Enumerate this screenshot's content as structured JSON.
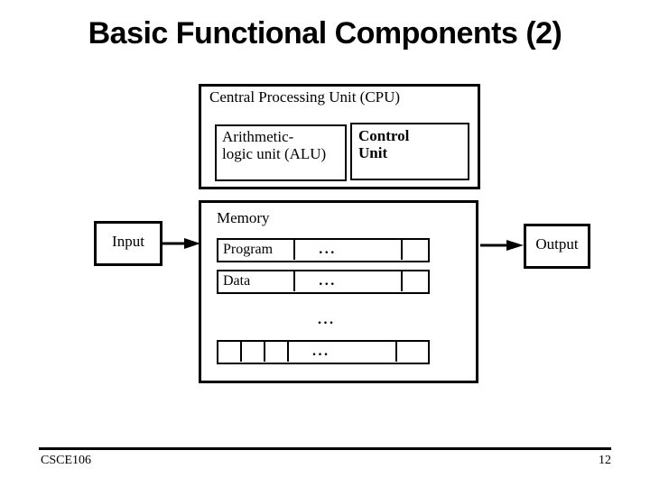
{
  "slide": {
    "title": "Basic Functional Components (2)",
    "page_number": "12",
    "course_code": "CSCE106"
  },
  "diagram": {
    "cpu": {
      "label": "Central Processing Unit (CPU)",
      "alu": {
        "line1": "Arithmetic-",
        "line2": "logic unit (ALU)"
      },
      "control_unit": {
        "line1": "Control",
        "line2": "Unit"
      }
    },
    "memory": {
      "label": "Memory",
      "gap_dots": "...",
      "rows": [
        {
          "name": "row-program",
          "cells": [
            {
              "type": "named",
              "text": "Program"
            },
            {
              "type": "dots",
              "text": "..."
            },
            {
              "type": "tail",
              "text": ""
            }
          ]
        },
        {
          "name": "row-data",
          "cells": [
            {
              "type": "named",
              "text": "Data"
            },
            {
              "type": "dots",
              "text": "..."
            },
            {
              "type": "tail",
              "text": ""
            }
          ]
        },
        {
          "name": "row-bottom",
          "cells": [
            {
              "type": "blank",
              "text": ""
            },
            {
              "type": "blank",
              "text": ""
            },
            {
              "type": "blank",
              "text": ""
            },
            {
              "type": "dots",
              "text": "..."
            },
            {
              "type": "tail",
              "text": ""
            }
          ]
        }
      ]
    },
    "input": {
      "label": "Input"
    },
    "output": {
      "label": "Output"
    },
    "arrows": {
      "input_to_memory": "arrow-right",
      "memory_to_output": "arrow-right"
    }
  },
  "colors": {
    "background": "#ffffff",
    "ink": "#000000"
  }
}
